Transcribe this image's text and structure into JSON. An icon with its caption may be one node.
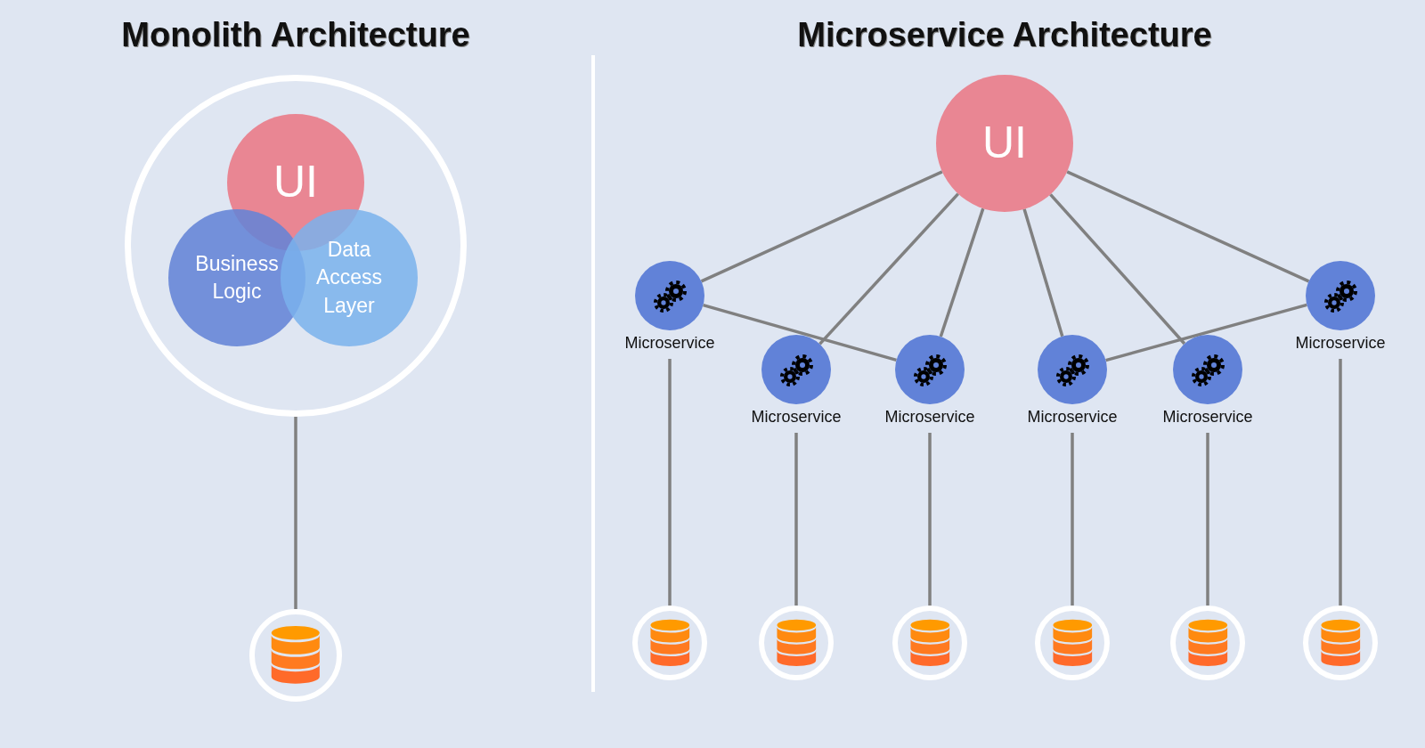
{
  "diagram": {
    "nodes": [
      {
        "text": [],
        "shape": "circle"
      },
      {
        "text": [
          "UI"
        ],
        "in": 0
      },
      {
        "text": [
          "Business Logic"
        ],
        "in": 0
      },
      {
        "text": [
          "Data Access Layer"
        ],
        "in": 0
      },
      {
        "text": [],
        "shape": "cylinder"
      },
      {
        "text": [
          "UI"
        ]
      },
      {
        "text": [
          "Microservice"
        ]
      },
      {
        "text": [
          "Microservice"
        ]
      },
      {
        "text": [
          "Microservice"
        ]
      },
      {
        "text": [
          "Microservice"
        ]
      },
      {
        "text": [
          "Microservice"
        ]
      },
      {
        "text": [
          "Microservice"
        ]
      },
      {
        "text": [],
        "shape": "cylinder"
      },
      {
        "text": [],
        "shape": "cylinder"
      },
      {
        "text": [],
        "shape": "cylinder"
      },
      {
        "text": [],
        "shape": "cylinder"
      },
      {
        "text": [],
        "shape": "cylinder"
      },
      {
        "text": [],
        "shape": "cylinder"
      }
    ],
    "edges": [
      {
        "from": 0,
        "to": 4,
        "arrow": "none"
      },
      {
        "from": 5,
        "to": 6,
        "arrow": "none"
      },
      {
        "from": 5,
        "to": 7,
        "arrow": "none"
      },
      {
        "from": 5,
        "to": 8,
        "arrow": "none"
      },
      {
        "from": 5,
        "to": 9,
        "arrow": "none"
      },
      {
        "from": 5,
        "to": 10,
        "arrow": "none"
      },
      {
        "from": 5,
        "to": 11,
        "arrow": "none"
      },
      {
        "from": 6,
        "to": 8,
        "arrow": "none"
      },
      {
        "from": 11,
        "to": 9,
        "arrow": "none"
      },
      {
        "from": 6,
        "to": 12,
        "arrow": "none"
      },
      {
        "from": 7,
        "to": 13,
        "arrow": "none"
      },
      {
        "from": 8,
        "to": 14,
        "arrow": "none"
      },
      {
        "from": 9,
        "to": 15,
        "arrow": "none"
      },
      {
        "from": 10,
        "to": 16,
        "arrow": "none"
      },
      {
        "from": 11,
        "to": 17,
        "arrow": "none"
      }
    ],
    "labels": [
      "Monolith Architecture",
      "Microservice Architecture"
    ]
  }
}
